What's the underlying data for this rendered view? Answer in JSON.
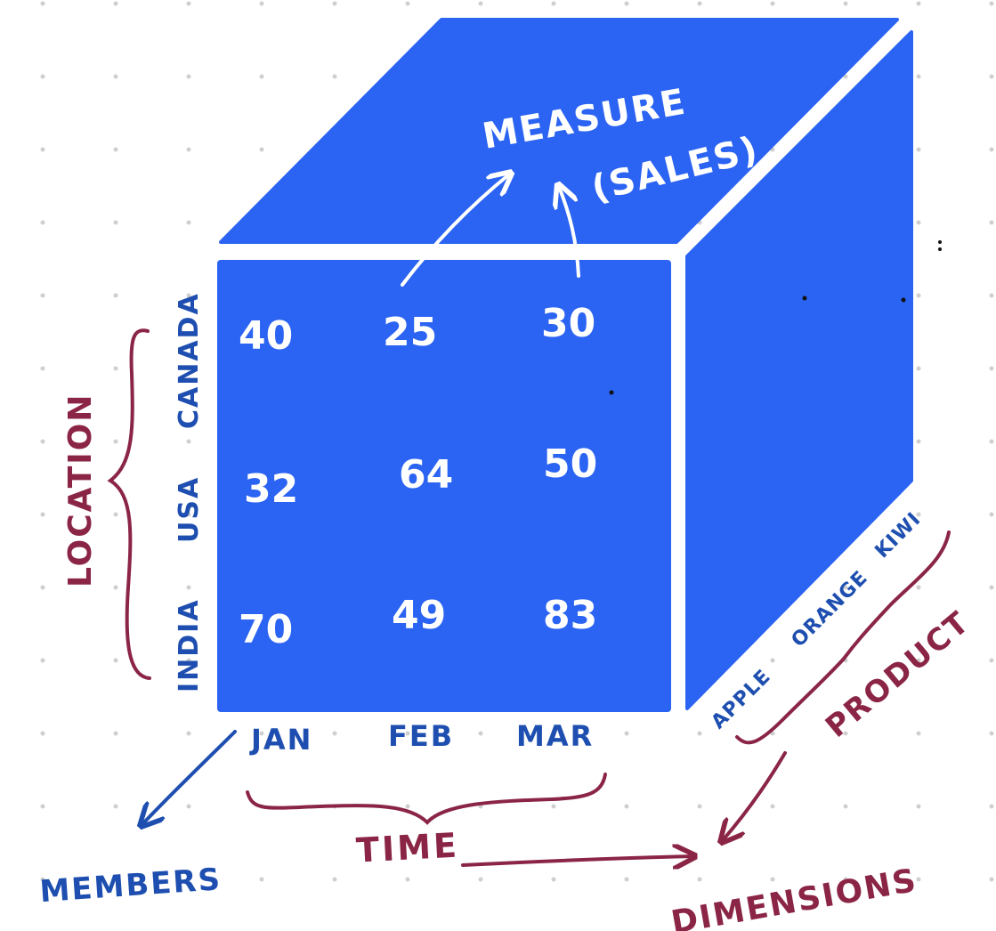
{
  "colors": {
    "cube": "#2b63f2",
    "cell_text": "#ffffff",
    "member_text": "#1e4fb0",
    "dimension_text": "#8b2546",
    "dot": "#cfcfcf",
    "background": "#ffffff"
  },
  "measure": {
    "line1": "MEASURE",
    "line2": "(SALES)"
  },
  "time": {
    "label": "TIME",
    "members": [
      "JAN",
      "FEB",
      "MAR"
    ]
  },
  "location": {
    "label": "LOCATION",
    "members": [
      "CANADA",
      "USA",
      "INDIA"
    ]
  },
  "product": {
    "label": "PRODUCT",
    "members": [
      "APPLE",
      "ORANGE",
      "KIWI"
    ]
  },
  "grid": [
    [
      "40",
      "25",
      "30"
    ],
    [
      "32",
      "64",
      "50"
    ],
    [
      "70",
      "49",
      "83"
    ]
  ],
  "annotations": {
    "members": "MEMBERS",
    "dimensions": "DIMENSIONS"
  }
}
